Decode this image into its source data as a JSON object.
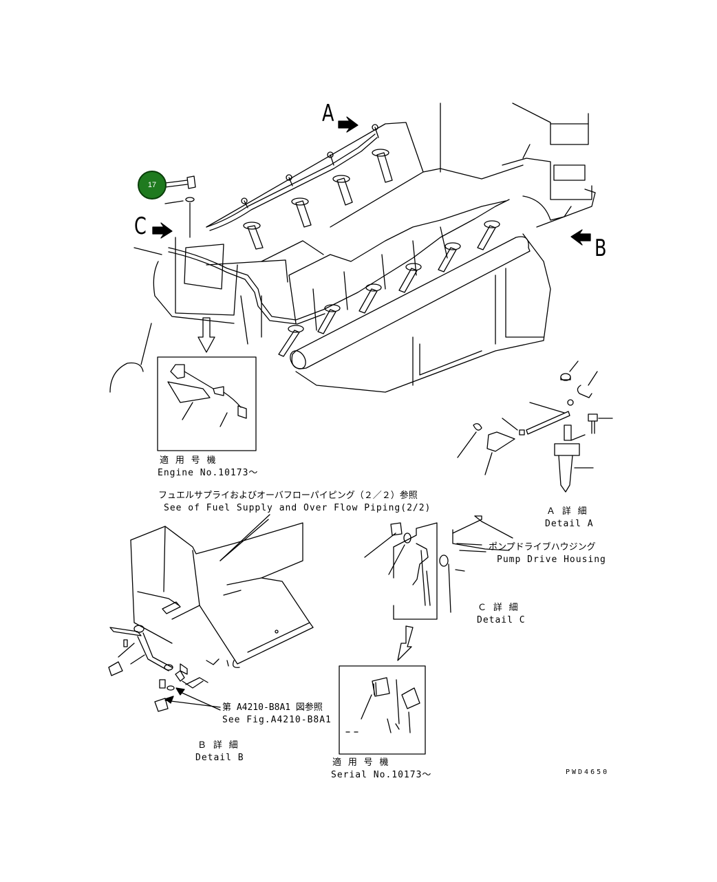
{
  "badge": {
    "number": "17"
  },
  "view_letters": {
    "a": "A",
    "b": "B",
    "c": "C"
  },
  "engine_inset": {
    "jp": "適 用 号 機",
    "en": "Engine No.10173～"
  },
  "fuel_note": {
    "jp": "フュエルサプライおよびオーバフローパイピング（２／２）参照",
    "en": "See of Fuel Supply and Over Flow Piping(2/2)"
  },
  "detail_a": {
    "jp": "Ａ 詳 細",
    "en": "Detail A"
  },
  "pump_drive": {
    "jp": "ポンプドライブハウジング",
    "en": "Pump Drive Housing"
  },
  "detail_c": {
    "jp": "Ｃ 詳 細",
    "en": "Detail C"
  },
  "fig_ref": {
    "jp": "第 A4210-B8A1 図参照",
    "en": "See Fig.A4210-B8A1"
  },
  "detail_b": {
    "jp": "Ｂ 詳 細",
    "en": "Detail B"
  },
  "serial_inset": {
    "jp": "適 用 号 機",
    "en": "Serial No.10173～"
  },
  "drawing_number": "PWD4650"
}
